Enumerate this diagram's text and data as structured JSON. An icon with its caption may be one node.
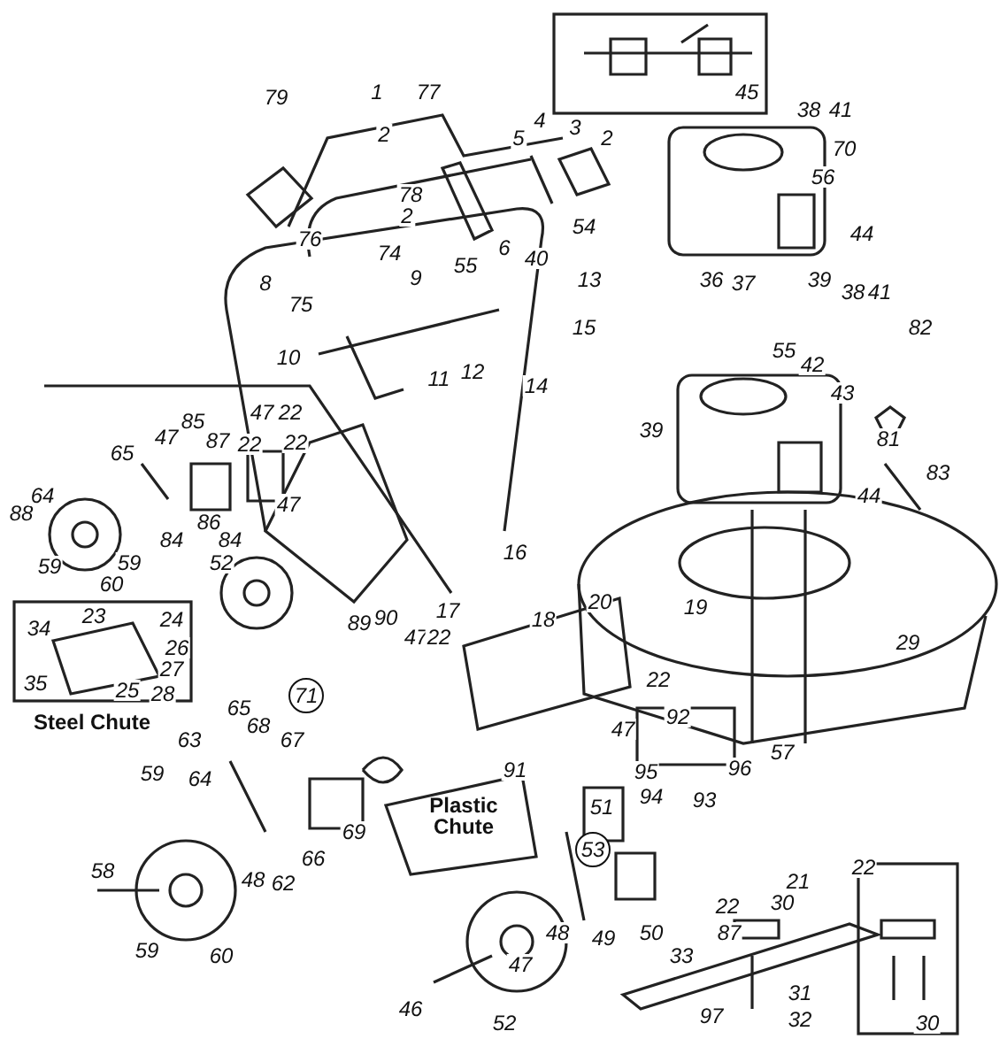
{
  "diagram": {
    "labels": [
      "79",
      "1",
      "77",
      "45",
      "38",
      "41",
      "4",
      "3",
      "2",
      "5",
      "2",
      "70",
      "56",
      "78",
      "2",
      "54",
      "44",
      "76",
      "6",
      "40",
      "74",
      "55",
      "9",
      "39",
      "13",
      "36",
      "37",
      "8",
      "38",
      "41",
      "75",
      "15",
      "82",
      "55",
      "10",
      "12",
      "11",
      "42",
      "14",
      "43",
      "39",
      "81",
      "47",
      "22",
      "47",
      "85",
      "87",
      "22",
      "22",
      "65",
      "83",
      "44",
      "47",
      "88",
      "64",
      "86",
      "84",
      "84",
      "16",
      "59",
      "59",
      "60",
      "52",
      "29",
      "17",
      "20",
      "19",
      "90",
      "89",
      "23",
      "18",
      "24",
      "34",
      "47",
      "22",
      "26",
      "27",
      "22",
      "35",
      "25",
      "28",
      "71",
      "65",
      "Steel Chute",
      "92",
      "68",
      "47",
      "63",
      "67",
      "57",
      "96",
      "91",
      "95",
      "59",
      "64",
      "94",
      "93",
      "51",
      "Plastic Chute",
      "69",
      "53",
      "66",
      "22",
      "58",
      "48",
      "62",
      "21",
      "30",
      "22",
      "48",
      "50",
      "49",
      "87",
      "59",
      "60",
      "33",
      "47",
      "31",
      "46",
      "97",
      "32",
      "52",
      "30"
    ]
  }
}
